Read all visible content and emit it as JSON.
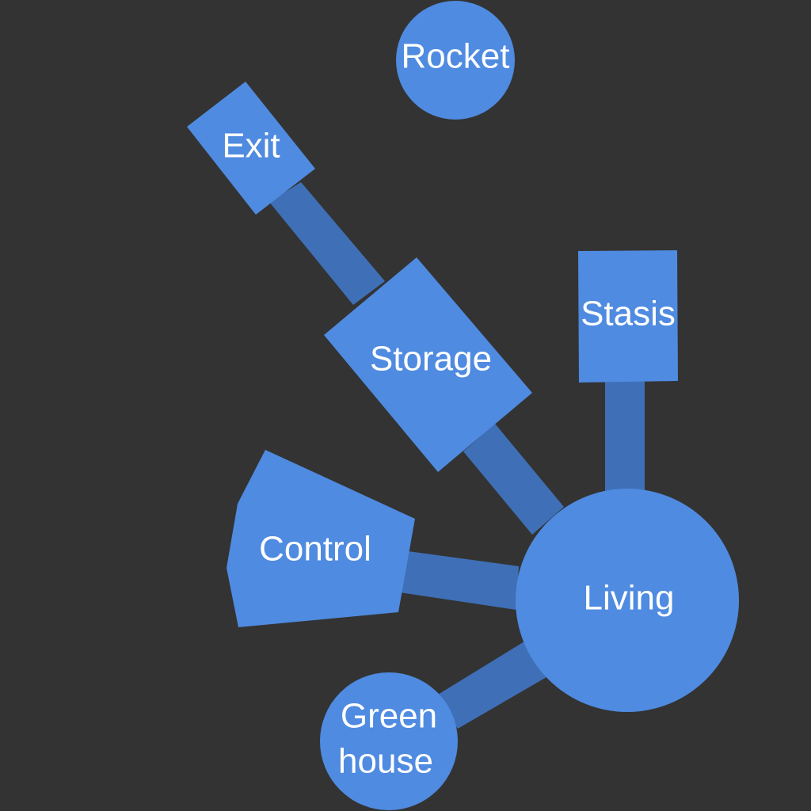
{
  "colors": {
    "background": "#333333",
    "room_fill": "#4f8be0",
    "corridor_fill": "#3f70b7",
    "label": "#ffffff"
  },
  "rooms": {
    "rocket": {
      "label": "Rocket"
    },
    "exit": {
      "label": "Exit"
    },
    "storage": {
      "label": "Storage"
    },
    "stasis": {
      "label": "Stasis"
    },
    "control": {
      "label": "Control"
    },
    "living": {
      "label": "Living"
    },
    "greenhouse": {
      "label_line1": "Green",
      "label_line2": "house"
    }
  },
  "connections": [
    [
      "exit",
      "storage"
    ],
    [
      "storage",
      "living"
    ],
    [
      "stasis",
      "living"
    ],
    [
      "control",
      "living"
    ],
    [
      "greenhouse",
      "living"
    ]
  ]
}
